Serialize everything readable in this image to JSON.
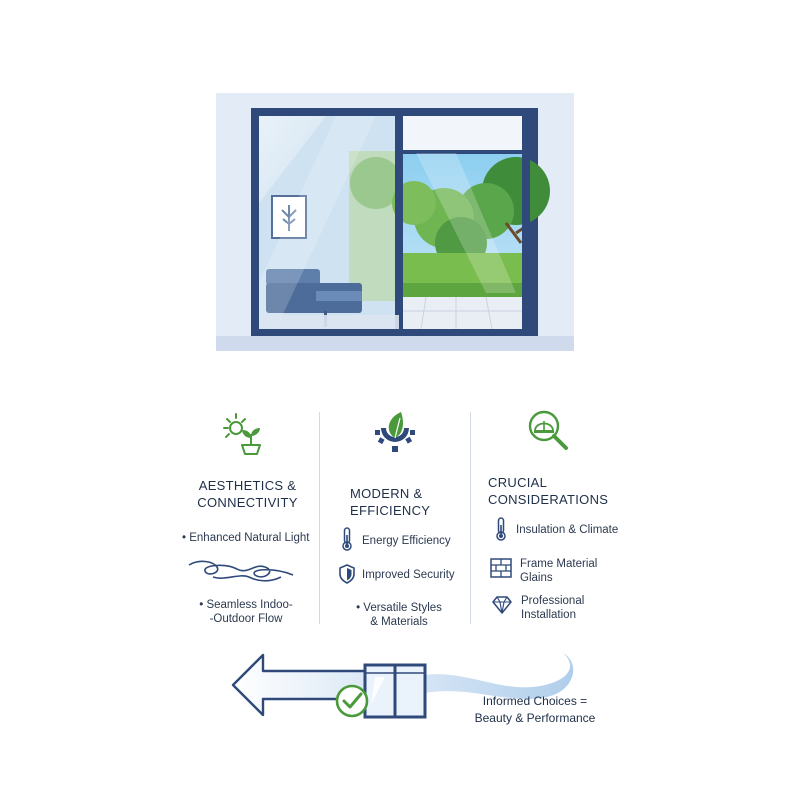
{
  "columns": [
    {
      "title_line1": "AESTHETICS &",
      "title_line2": "CONNECTIVITY",
      "icon": "sun-plant-icon",
      "items": [
        {
          "text": "Enhanced Natural Light"
        },
        {
          "text_line1": "Seamless Indoo-",
          "text_line2": "-Outdoor Flow"
        }
      ]
    },
    {
      "title_line1": "MODERN &",
      "title_line2": "EFFICIENCY",
      "icon": "leaf-gear-icon",
      "items": [
        {
          "text": "Energy Efficiency",
          "icon": "thermometer-icon"
        },
        {
          "text": "Improved Security",
          "icon": "shield-icon"
        },
        {
          "text_line1": "Versatile Styles",
          "text_line2": "& Materials"
        }
      ]
    },
    {
      "title_line1": "CRUCIAL",
      "title_line2": "CONSIDERATIONS",
      "icon": "magnifier-helmet-icon",
      "items": [
        {
          "text": "Insulation & Climate",
          "icon": "thermometer-icon"
        },
        {
          "text_line1": "Frame Material",
          "text_line2": "Glains",
          "icon": "brick-wall-icon"
        },
        {
          "text_line1": "Professional",
          "text_line2": "Installation",
          "icon": "diamond-icon"
        }
      ]
    }
  ],
  "footer": {
    "line1": "Informed Choices =",
    "line2": "Beauty & Performance"
  },
  "colors": {
    "navy": "#2f4a7a",
    "green": "#4a9a3c",
    "sky": "#9fd4f2",
    "wall": "#e3ebf7"
  }
}
